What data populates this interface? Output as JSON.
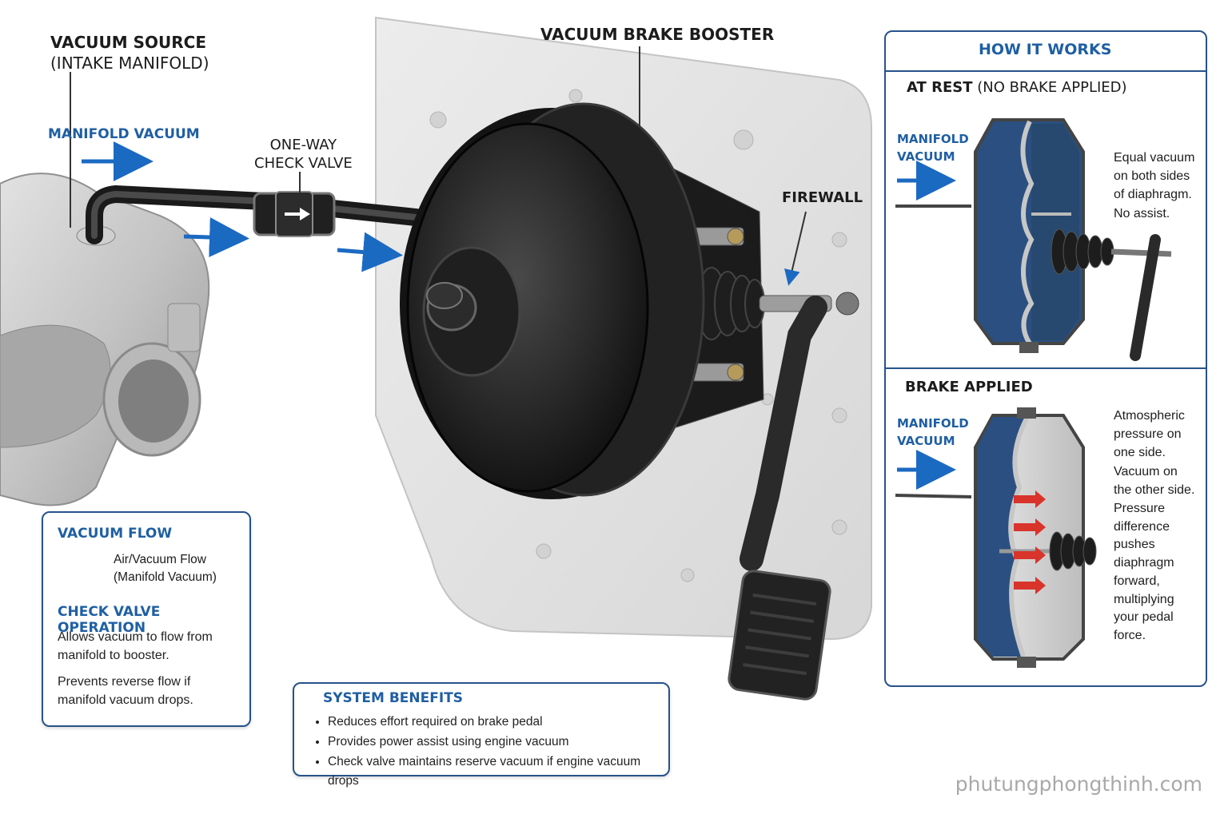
{
  "labels": {
    "vacuum_source_line1": "VACUUM SOURCE",
    "vacuum_source_line2": "(INTAKE MANIFOLD)",
    "manifold_vacuum": "MANIFOLD VACUUM",
    "check_valve_line1": "ONE-WAY",
    "check_valve_line2": "CHECK VALVE",
    "booster": "VACUUM BRAKE BOOSTER",
    "firewall": "FIREWALL"
  },
  "legend_box": {
    "vacuum_flow_title": "VACUUM FLOW",
    "flow_line1": "Air/Vacuum Flow",
    "flow_line2": "(Manifold Vacuum)",
    "check_valve_title": "CHECK VALVE OPERATION",
    "op1_line1": "Allows vacuum to flow from",
    "op1_line2": "manifold to booster.",
    "op2_line1": "Prevents reverse flow if",
    "op2_line2": "manifold vacuum drops."
  },
  "benefits_box": {
    "title": "SYSTEM BENEFITS",
    "items": [
      "Reduces effort required on brake pedal",
      "Provides power assist using engine vacuum",
      "Check valve maintains reserve vacuum if engine vacuum drops"
    ]
  },
  "how_it_works": {
    "title": "HOW IT WORKS",
    "rest_title_bold": "AT REST",
    "rest_title_rest": " (NO BRAKE APPLIED)",
    "rest_mv_line1": "MANIFOLD",
    "rest_mv_line2": "VACUUM",
    "rest_desc": [
      "Equal vacuum",
      "on both sides",
      "of diaphragm.",
      "No assist."
    ],
    "applied_title": "BRAKE APPLIED",
    "applied_mv_line1": "MANIFOLD",
    "applied_mv_line2": "VACUUM",
    "applied_desc_a": [
      "Atmospheric",
      "pressure on",
      "one side.",
      "Vacuum on",
      "the other side."
    ],
    "applied_desc_b": [
      "Pressure",
      "difference",
      "pushes",
      "diaphragm",
      "forward,",
      "multiplying",
      "your pedal",
      "force."
    ]
  },
  "watermark": "phutungphongthinh.com",
  "colors": {
    "accent_blue": "#1f5fa3",
    "flow_arrow": "#1b6ac2",
    "pressure_arrow": "#d9342b",
    "border": "#27528a"
  }
}
